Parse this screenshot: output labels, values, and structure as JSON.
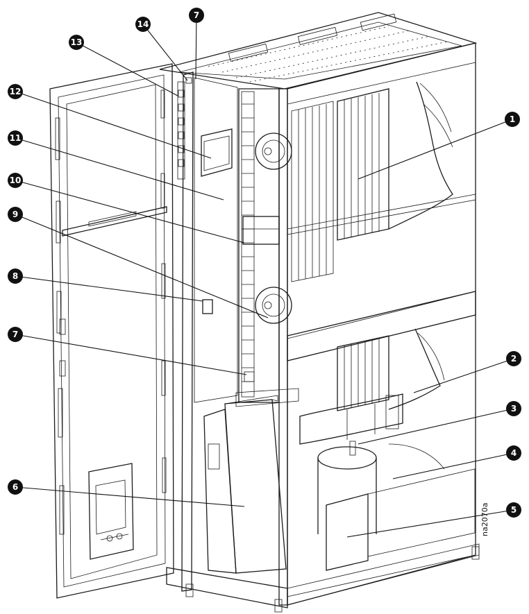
{
  "figure": {
    "figure_id": "na2070a",
    "colors": {
      "line": "#1a1a1a",
      "callout_fill": "#111111",
      "callout_text": "#ffffff",
      "background": "#ffffff"
    }
  },
  "callouts": [
    {
      "number": "1"
    },
    {
      "number": "2"
    },
    {
      "number": "3"
    },
    {
      "number": "4"
    },
    {
      "number": "5"
    },
    {
      "number": "6"
    },
    {
      "number": "7"
    },
    {
      "number": "7"
    },
    {
      "number": "8"
    },
    {
      "number": "9"
    },
    {
      "number": "10"
    },
    {
      "number": "11"
    },
    {
      "number": "12"
    },
    {
      "number": "13"
    },
    {
      "number": "14"
    }
  ]
}
